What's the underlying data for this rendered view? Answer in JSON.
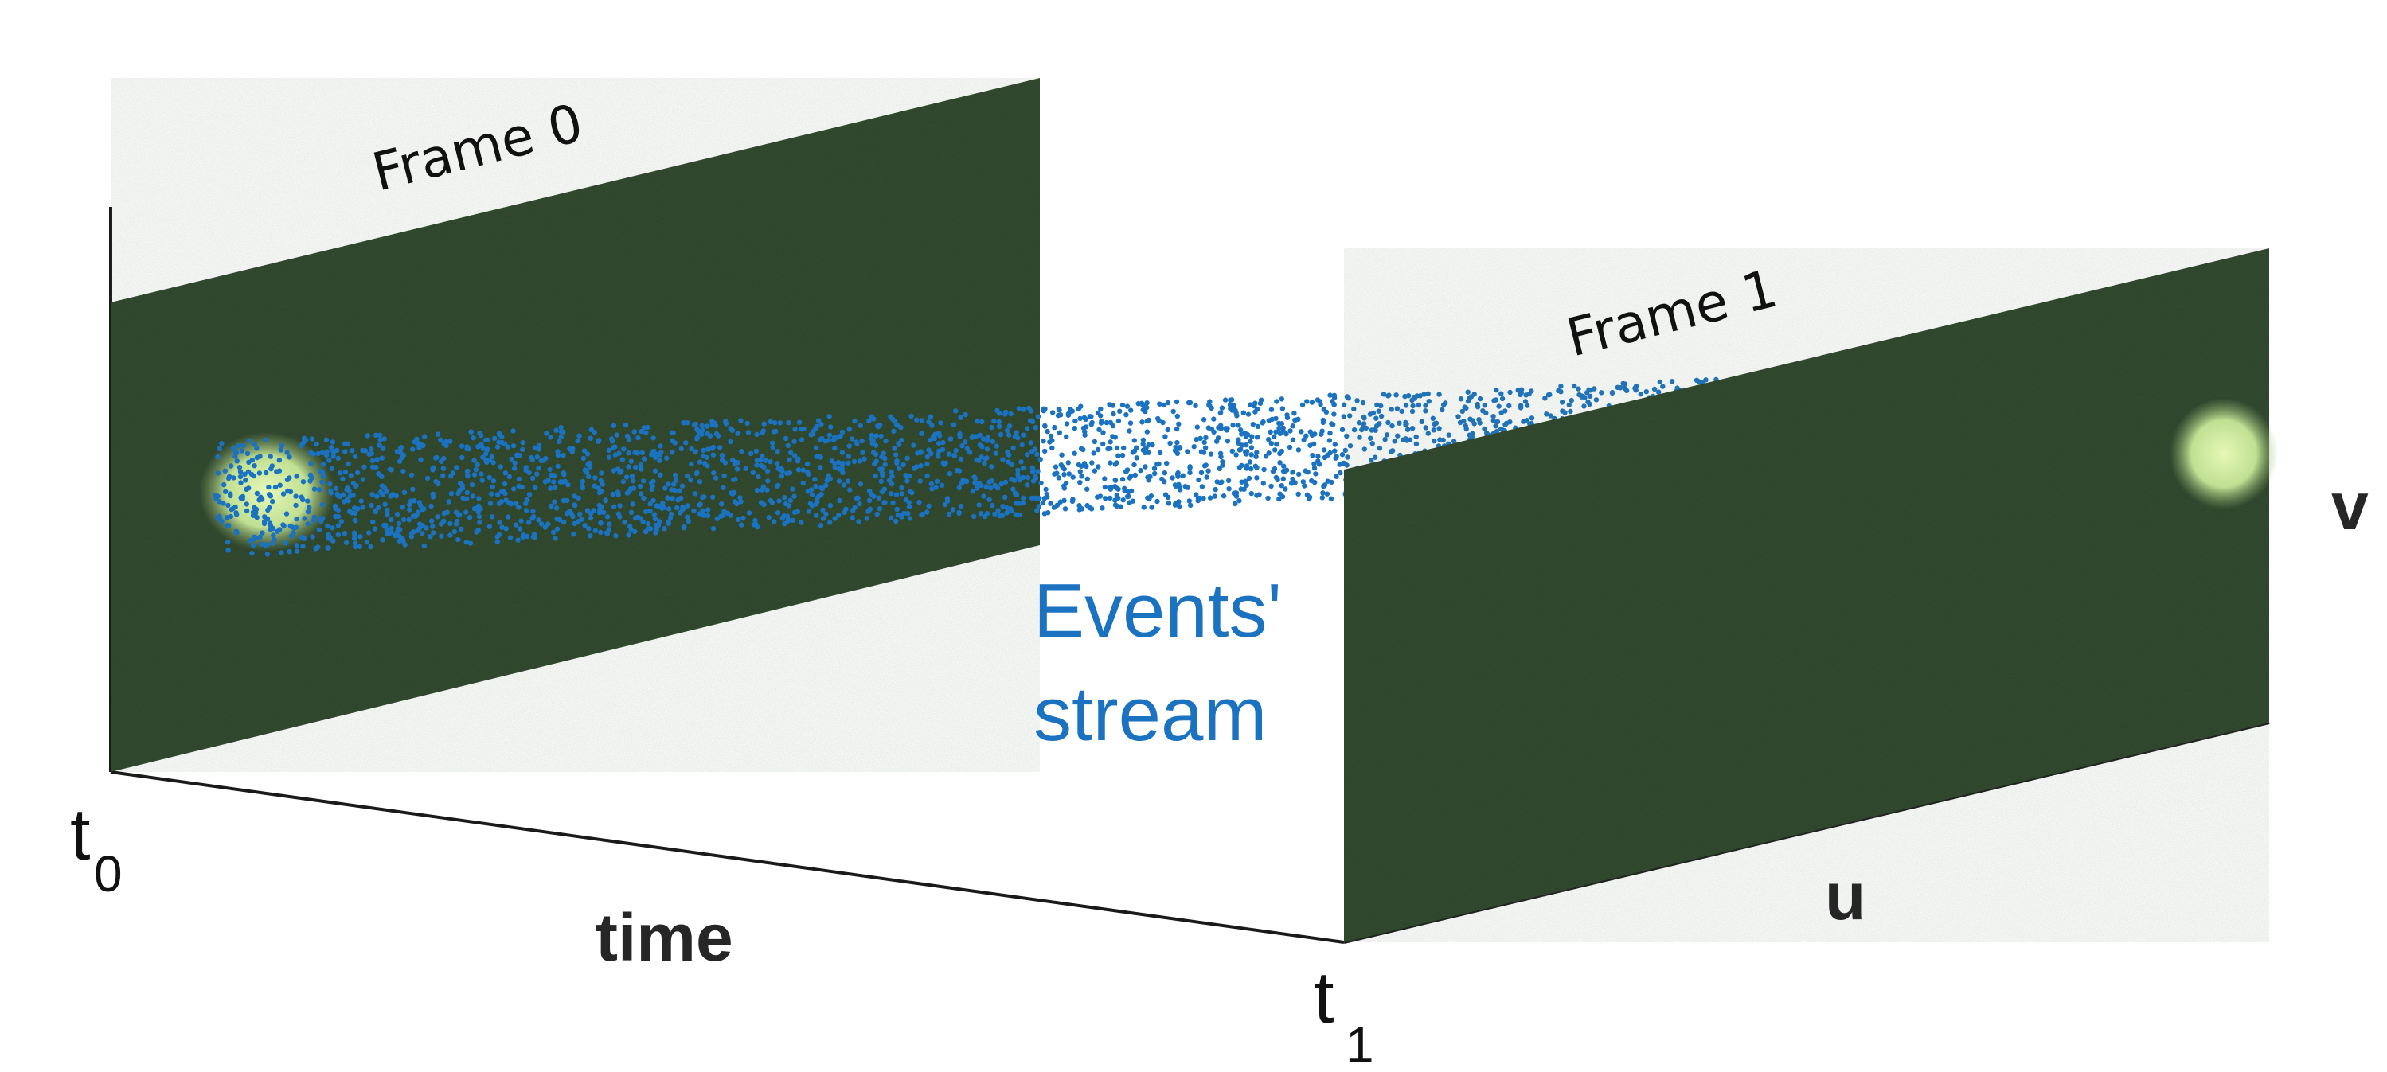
{
  "labels": {
    "frame0": "Frame 0",
    "frame1": "Frame 1",
    "events_line1": "Events'",
    "events_line2": "stream",
    "time_axis": "time",
    "u_axis": "u",
    "v_axis": "v",
    "t0_base": "t",
    "t0_sub": "0",
    "t1_base": "t",
    "t1_sub": "1"
  },
  "colors": {
    "events": "#1a72c0",
    "frame_panel": "#2b4228",
    "blob": "#d8f2a8",
    "axis_line": "#1a1a1a"
  }
}
